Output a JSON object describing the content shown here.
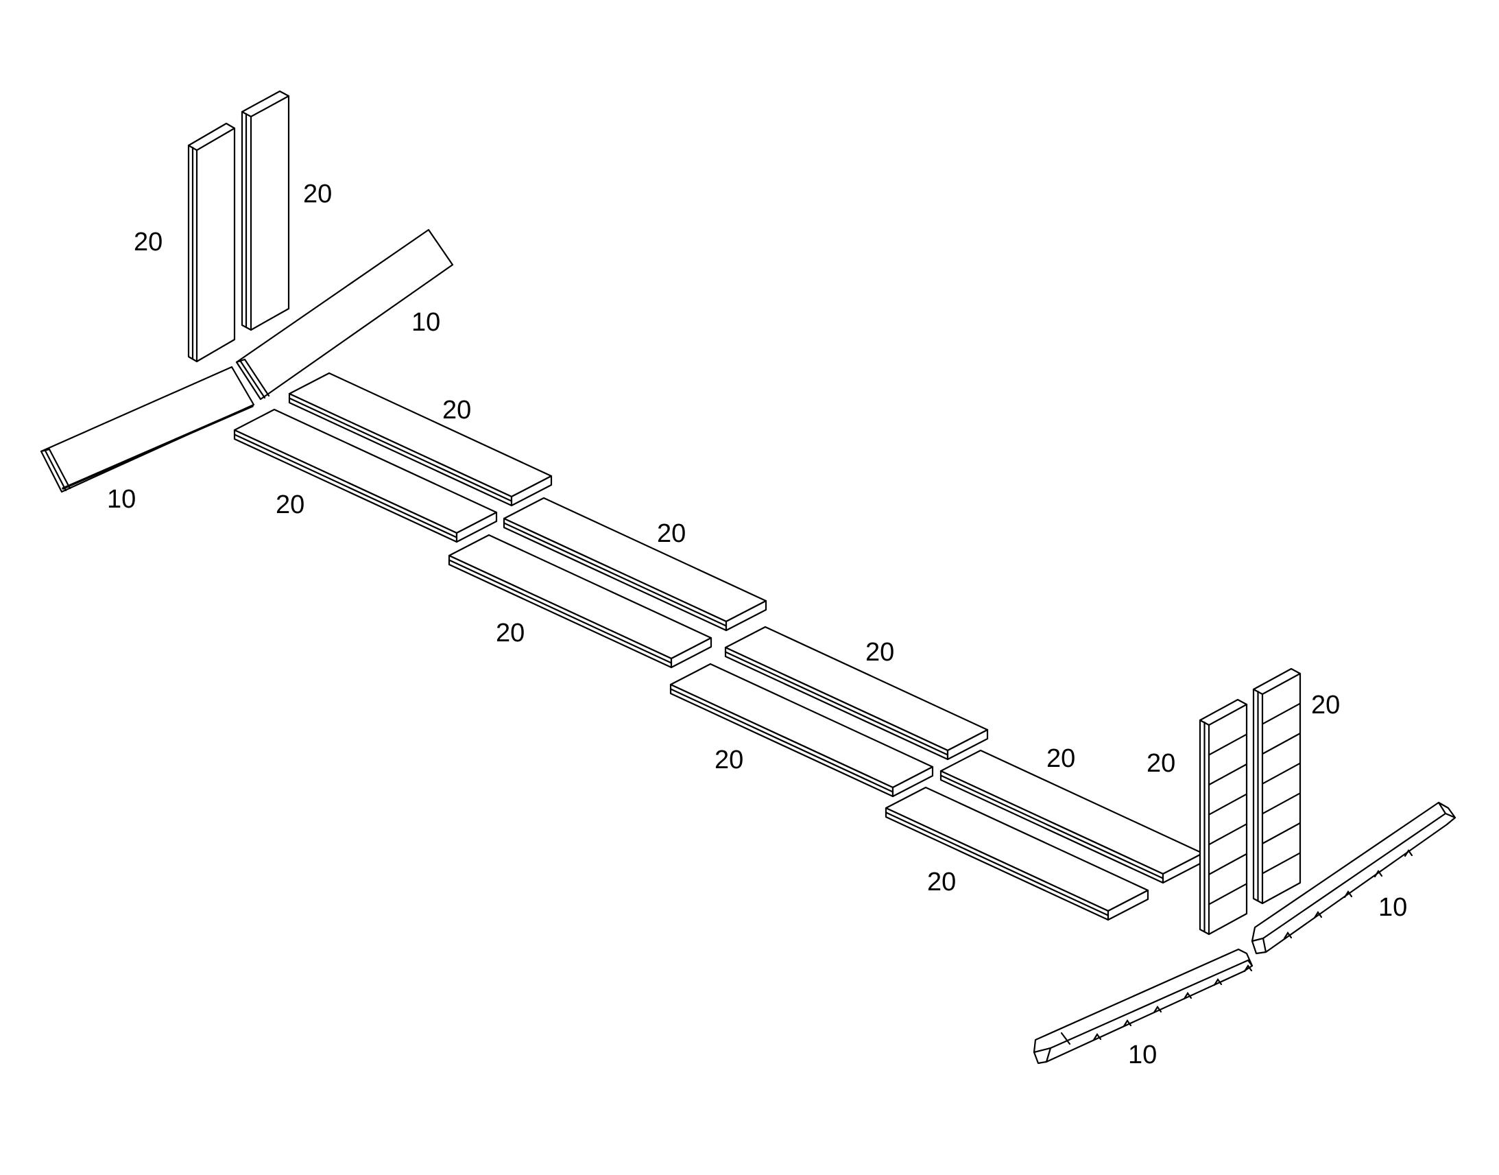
{
  "figure": {
    "labels": {
      "top_left_vertical_a": "20",
      "top_left_vertical_b": "20",
      "top_left_angled_upper": "10",
      "top_left_angled_lower": "10",
      "row1_back": "20",
      "row1_front": "20",
      "row2_back": "20",
      "row2_front": "20",
      "row3_back": "20",
      "row3_front": "20",
      "row4_back": "20",
      "row4_front": "20",
      "right_vertical_a": "20",
      "right_vertical_b": "20",
      "right_angled_upper": "10",
      "right_angled_lower": "10"
    }
  }
}
